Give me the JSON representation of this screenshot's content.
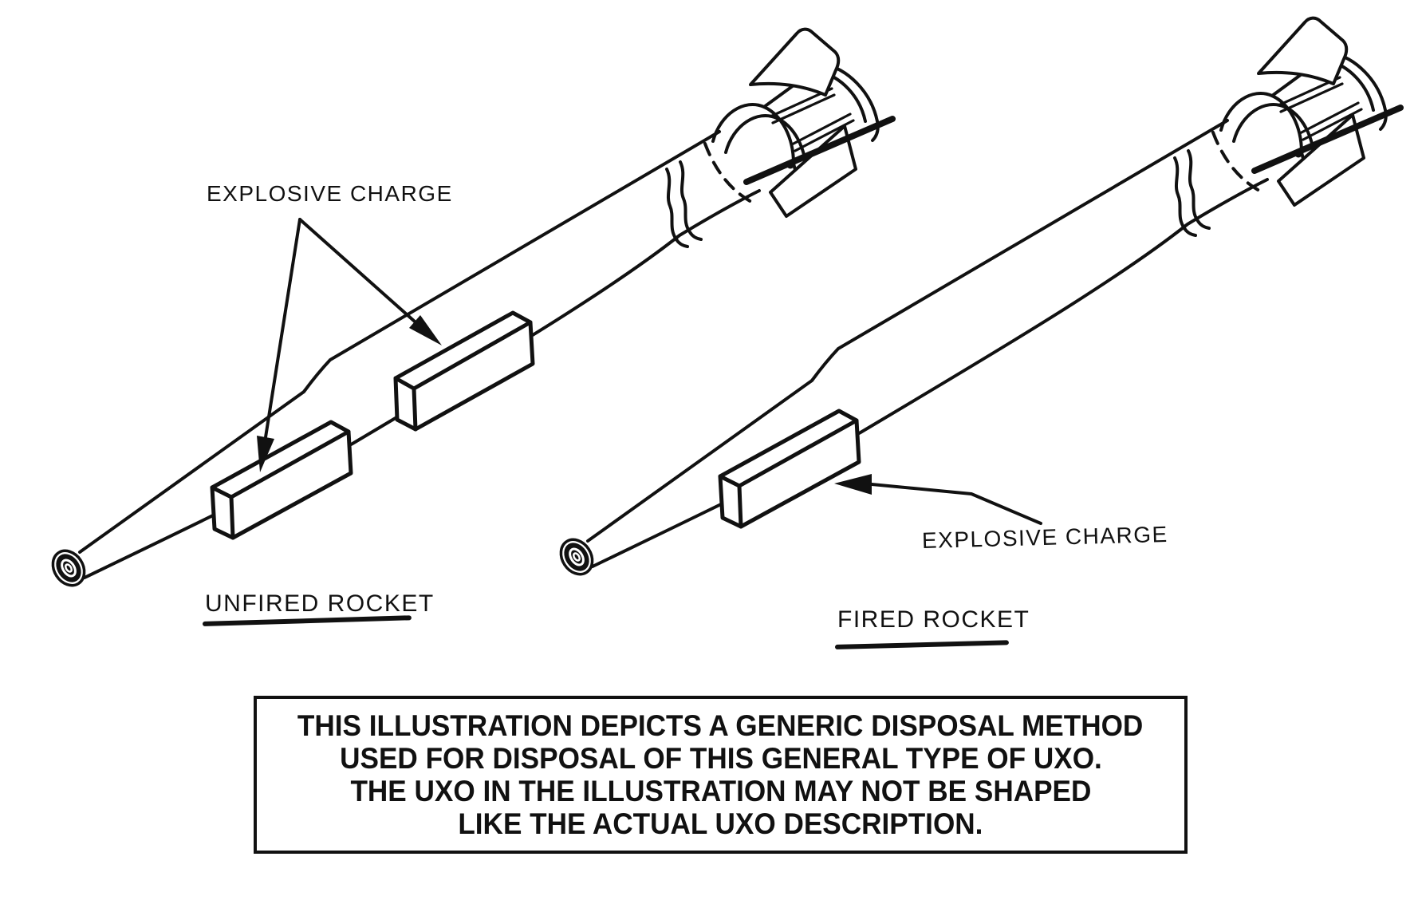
{
  "unfired": {
    "charge_label": "EXPLOSIVE CHARGE",
    "caption": "UNFIRED ROCKET"
  },
  "fired": {
    "charge_label": "EXPLOSIVE CHARGE",
    "caption": "FIRED ROCKET"
  },
  "note": {
    "line1": "THIS ILLUSTRATION DEPICTS A GENERIC DISPOSAL METHOD",
    "line2": "USED FOR DISPOSAL OF THIS GENERAL TYPE OF UXO.",
    "line3": "THE UXO IN THE ILLUSTRATION MAY NOT BE SHAPED",
    "line4": "LIKE THE ACTUAL UXO DESCRIPTION."
  },
  "colors": {
    "ink": "#111111",
    "paper": "#ffffff"
  }
}
